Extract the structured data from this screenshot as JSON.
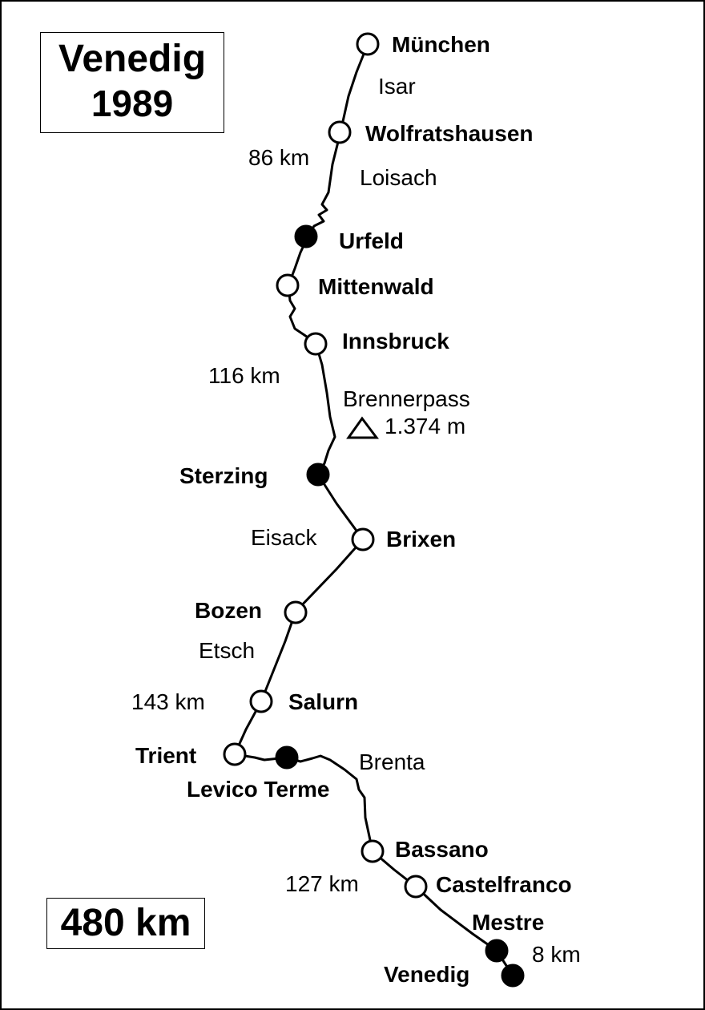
{
  "map": {
    "title_line1": "Venedig",
    "title_line2": "1989",
    "total_distance": "480 km",
    "stops": [
      {
        "name": "München",
        "type": "open"
      },
      {
        "name": "Wolfratshausen",
        "type": "open"
      },
      {
        "name": "Urfeld",
        "type": "filled"
      },
      {
        "name": "Mittenwald",
        "type": "open"
      },
      {
        "name": "Innsbruck",
        "type": "open"
      },
      {
        "name": "Sterzing",
        "type": "filled"
      },
      {
        "name": "Brixen",
        "type": "open"
      },
      {
        "name": "Bozen",
        "type": "open"
      },
      {
        "name": "Salurn",
        "type": "open"
      },
      {
        "name": "Trient",
        "type": "open"
      },
      {
        "name": "Levico Terme",
        "type": "filled"
      },
      {
        "name": "Bassano",
        "type": "open"
      },
      {
        "name": "Castelfranco",
        "type": "open"
      },
      {
        "name": "Mestre",
        "type": "filled"
      },
      {
        "name": "Venedig",
        "type": "filled"
      }
    ],
    "rivers": [
      "Isar",
      "Loisach",
      "Eisack",
      "Etsch",
      "Brenta"
    ],
    "stage_distances": [
      "86 km",
      "116 km",
      "143 km",
      "127 km",
      "8 km"
    ],
    "pass": {
      "name": "Brennerpass",
      "elevation": "1.374 m",
      "icon": "mountain-pass-triangle-icon"
    },
    "colors": {
      "line": "#000000",
      "background": "#ffffff"
    }
  }
}
